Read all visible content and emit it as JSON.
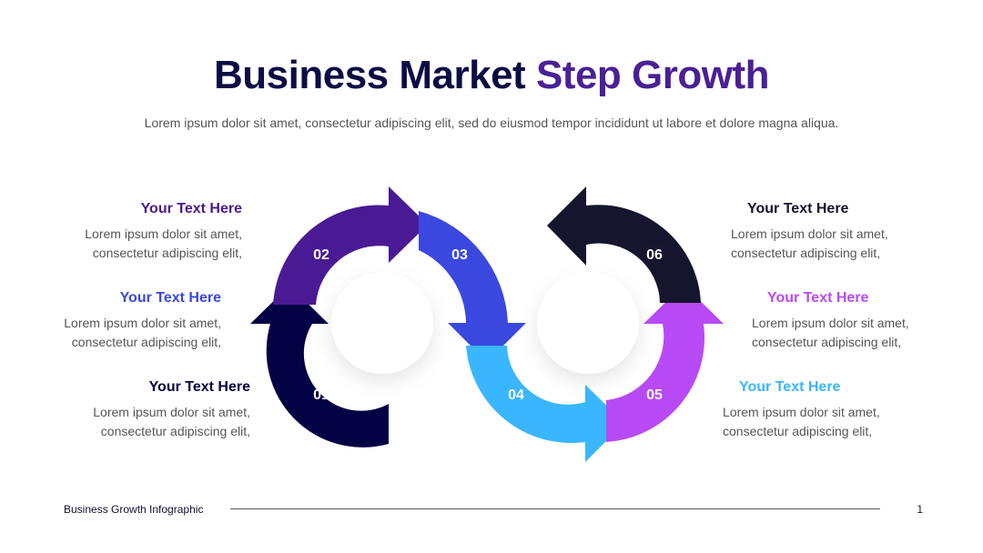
{
  "header": {
    "title_part1": "Business Market",
    "title_part2": "Step Growth",
    "subtitle": "Lorem ipsum dolor sit amet, consectetur adipiscing elit, sed do eiusmod tempor incididunt ut labore et dolore magna aliqua."
  },
  "steps": [
    {
      "number": "01",
      "heading": "Your Text Here",
      "line1": "Lorem ipsum dolor sit amet,",
      "line2": "consectetur adipiscing elit,",
      "color": "#020245"
    },
    {
      "number": "02",
      "heading": "Your Text Here",
      "line1": "Lorem ipsum dolor sit amet,",
      "line2": "consectetur adipiscing elit,",
      "color": "#4a1a94"
    },
    {
      "number": "03",
      "heading": "Your Text Here",
      "line1": "Lorem ipsum dolor sit amet,",
      "line2": "consectetur adipiscing elit,",
      "color": "#3a48e0"
    },
    {
      "number": "04",
      "heading": "Your Text Here",
      "line1": "Lorem ipsum dolor sit amet,",
      "line2": "consectetur adipiscing elit,",
      "color": "#3ab6ff"
    },
    {
      "number": "05",
      "heading": "Your Text Here",
      "line1": "Lorem ipsum dolor sit amet,",
      "line2": "consectetur adipiscing elit,",
      "color": "#b84af5"
    },
    {
      "number": "06",
      "heading": "Your Text Here",
      "line1": "Lorem ipsum dolor sit amet,",
      "line2": "consectetur adipiscing elit,",
      "color": "#15152e"
    }
  ],
  "footer": {
    "label": "Business Growth Infographic",
    "page": "1"
  }
}
